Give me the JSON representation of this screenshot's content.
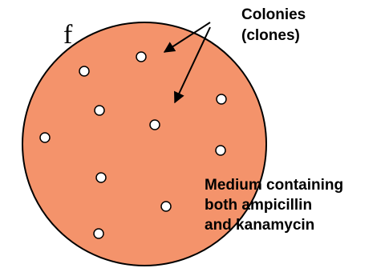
{
  "fragment_text": "f",
  "colonies_label": [
    "Colonies",
    "(clones)"
  ],
  "medium_label": [
    "Medium containing",
    "both ampicillin",
    "and kanamycin"
  ],
  "colors": {
    "plate_fill": "#f4936b",
    "plate_stroke": "#000000",
    "colony_fill": "#ffffff",
    "arrow": "#000000",
    "text": "#000000"
  }
}
